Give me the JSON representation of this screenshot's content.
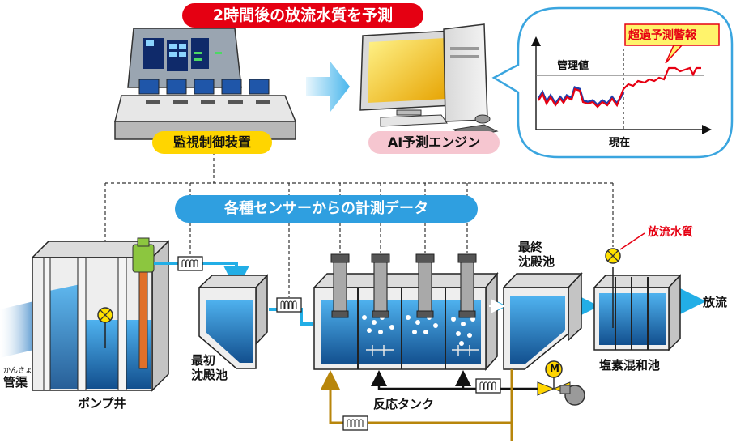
{
  "title": "2時間後の放流水質を予測",
  "labels": {
    "control_device": "監視制御装置",
    "ai_engine": "AI予測エンジン",
    "sensor_data": "各種センサーからの計測データ",
    "pump_well": "ポンプ井",
    "sewer_ruby": "かんきょ",
    "sewer": "管渠",
    "primary_tank": "最初\n沈殿池",
    "reaction_tank": "反応タンク",
    "final_tank": "最終\n沈殿池",
    "chlorine_tank": "塩素混和池",
    "discharge": "放流",
    "discharge_quality": "放流水質",
    "motor": "M"
  },
  "inset_chart": {
    "alert_label": "超過予測警報",
    "threshold_label": "管理値",
    "now_label": "現在"
  },
  "colors": {
    "title_bg": "#e50012",
    "control_pill": "#ffd500",
    "ai_pill": "#f6c6d0",
    "sensor_pill": "#2f9fe0",
    "water": "#2d8fd8",
    "pipe": "#22aee6",
    "return_pipe": "#b8860b",
    "alert": "#e60012"
  }
}
